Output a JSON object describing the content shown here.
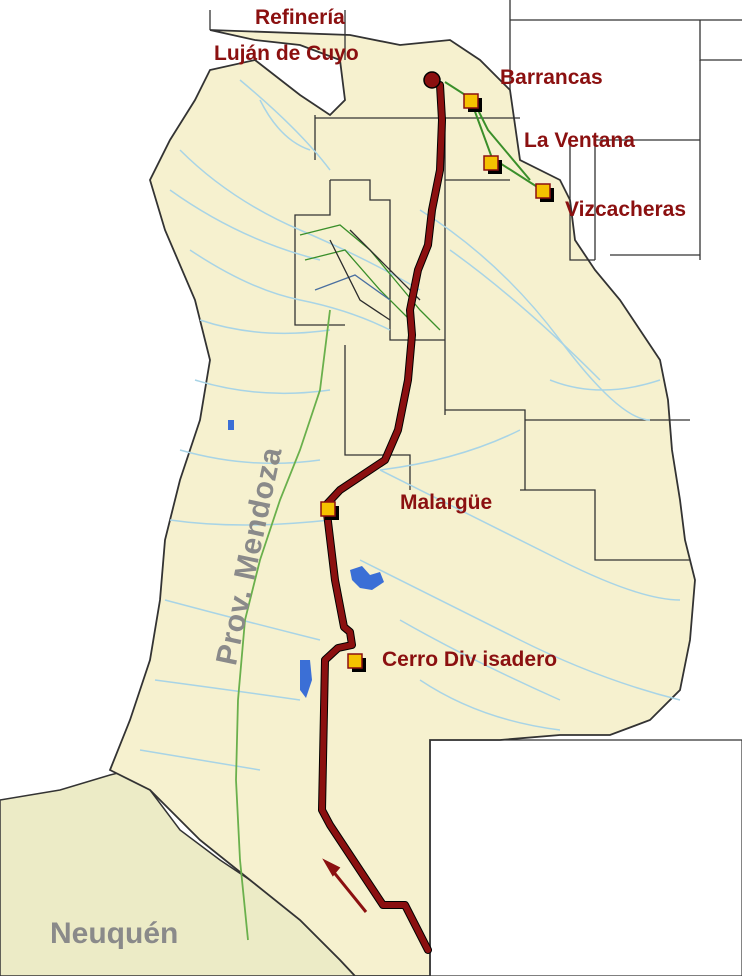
{
  "map": {
    "refinery_label_line1": "Refinería",
    "refinery_label_line2": "Luján de Cuyo",
    "province_label": "Prov. Mendoza",
    "neighbor_label": "Neuquén",
    "fields": [
      {
        "name": "Barrancas"
      },
      {
        "name": "La Ventana"
      },
      {
        "name": "Vizcacheras"
      },
      {
        "name": "Malargüe"
      },
      {
        "name": "Cerro Div isadero"
      }
    ],
    "colors": {
      "label_red": "#8b1010",
      "pipeline": "#8b1010",
      "province_fill": "#f6f1cf",
      "neighbor_fill": "#ecebc6",
      "rivers": "#a8d4e6",
      "marker_fill": "#f5c200",
      "marker_shadow": "#000000",
      "secondary_pipeline": "#3a8f2a",
      "gray_label": "#8a8a8a"
    }
  }
}
